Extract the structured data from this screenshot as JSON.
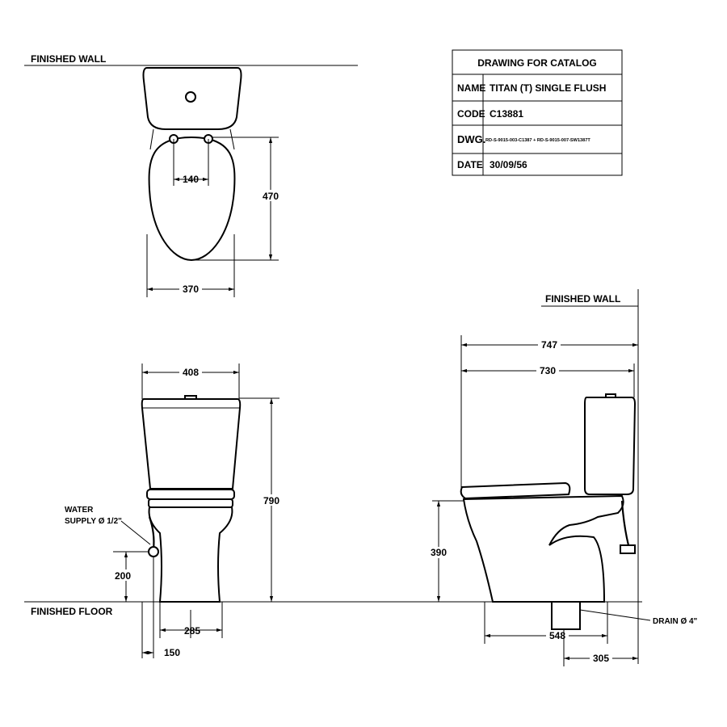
{
  "labels": {
    "finished_wall_top": "FINISHED WALL",
    "finished_wall_side": "FINISHED WALL",
    "finished_floor": "FINISHED FLOOR",
    "water_supply_line1": "WATER",
    "water_supply_line2": "SUPPLY Ø 1/2\"",
    "drain": "DRAIN Ø 4\""
  },
  "dimensions": {
    "hinge_spacing": "140",
    "seat_length": "470",
    "seat_width": "370",
    "tank_width": "408",
    "overall_height": "790",
    "supply_height": "200",
    "base_width": "285",
    "supply_offset": "150",
    "overall_depth": "747",
    "depth_to_tank": "730",
    "seat_height": "390",
    "base_depth": "548",
    "rough_in": "305"
  },
  "title_block": {
    "header": "DRAWING FOR CATALOG",
    "rows": [
      {
        "label": "NAME",
        "value": "TITAN (T) SINGLE FLUSH"
      },
      {
        "label": "CODE",
        "value": "C13881"
      },
      {
        "label": "DWG.",
        "value": "RD-S-9015-003-C1387 + RD-S-9015-007-SW1387T"
      },
      {
        "label": "DATE",
        "value": "30/09/56"
      }
    ]
  }
}
